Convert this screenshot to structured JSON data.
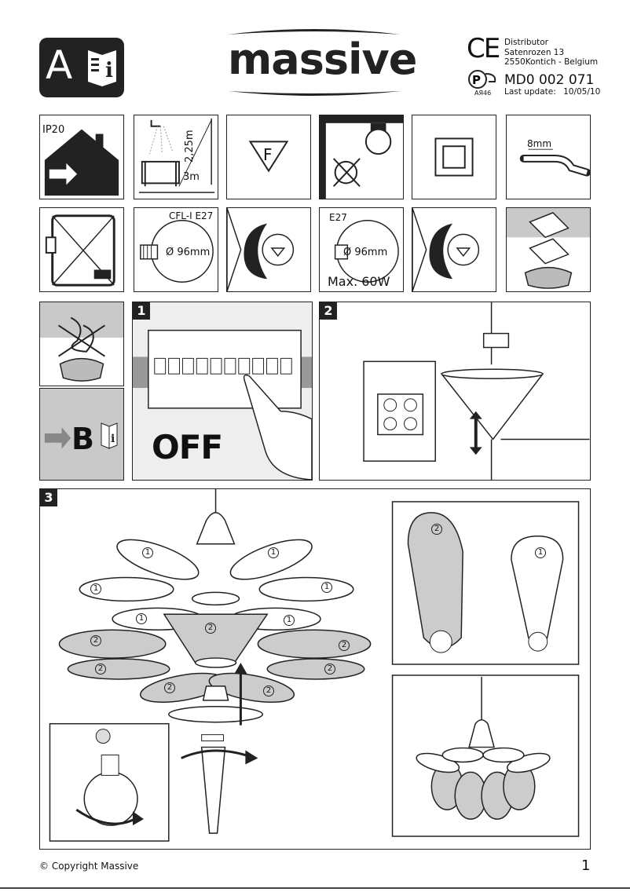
{
  "header": {
    "section_letter": "A",
    "brand": "massive",
    "ce_mark": "CE",
    "cert_code": "АЯ46",
    "distributor": {
      "line1": "Distributor",
      "line2": "Satenrozen 13",
      "line3": "2550Kontich - Belgium"
    },
    "model": "MD0 002 071",
    "last_update_label": "Last update:",
    "last_update_value": "10/05/10"
  },
  "icons": {
    "ip_rating": "IP20",
    "bath_height": "2,25m",
    "bath_distance": "3m",
    "f_mark": "F",
    "wire_strip": "8mm",
    "cfl_label": "CFL-I  E27",
    "cfl_diameter": "Ø 96mm",
    "inc_label": "E27",
    "inc_diameter": "Ø 96mm",
    "max_watt": "Max. 60W",
    "goto_section": "B"
  },
  "steps": {
    "step1": {
      "number": "1",
      "off_text": "OFF"
    },
    "step2": {
      "number": "2"
    },
    "step3": {
      "number": "3",
      "marker1": "1",
      "marker2": "2"
    }
  },
  "footer": {
    "copyright": "© Copyright Massive",
    "page_number": "1"
  }
}
